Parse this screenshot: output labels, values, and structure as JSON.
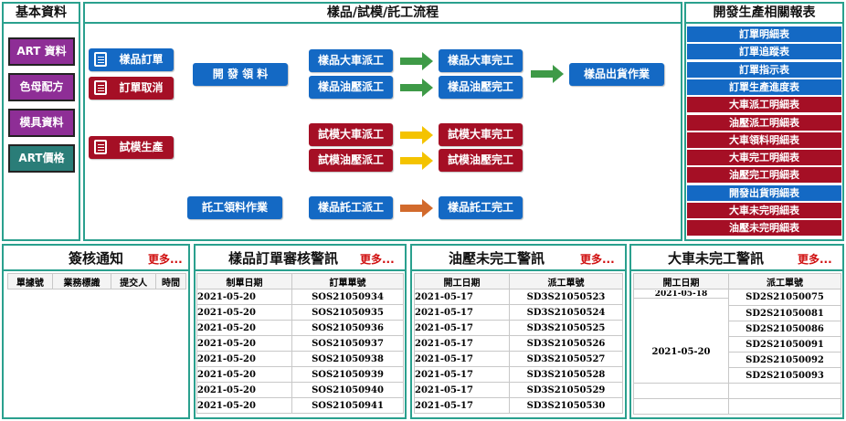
{
  "left_panel": {
    "title": "基本資料",
    "buttons": [
      {
        "label": "ART 資料"
      },
      {
        "label": "色母配方"
      },
      {
        "label": "模具資料"
      },
      {
        "label": "ART價格"
      }
    ]
  },
  "flow_panel": {
    "title": "樣品/試模/託工流程",
    "sample_order": "樣品訂單",
    "cancel_order": "訂單取消",
    "trial_production": "試模生產",
    "dev_material": "開 發 領 料",
    "oem_material": "託工領料作業",
    "sample_car_dispatch": "樣品大車派工",
    "sample_oil_dispatch": "樣品油壓派工",
    "sample_car_done": "樣品大車完工",
    "sample_oil_done": "樣品油壓完工",
    "sample_ship": "樣品出貨作業",
    "trial_car_dispatch": "試模大車派工",
    "trial_oil_dispatch": "試模油壓派工",
    "trial_car_done": "試模大車完工",
    "trial_oil_done": "試模油壓完工",
    "oem_dispatch": "樣品託工派工",
    "oem_done": "樣品託工完工"
  },
  "reports": {
    "title": "開發生產相關報表",
    "items": [
      {
        "label": "訂單明細表",
        "color": "#1469c4"
      },
      {
        "label": "訂單追蹤表",
        "color": "#1469c4"
      },
      {
        "label": "訂單指示表",
        "color": "#1469c4"
      },
      {
        "label": "訂單生產進度表",
        "color": "#1469c4"
      },
      {
        "label": "大車派工明細表",
        "color": "#a50f25"
      },
      {
        "label": "油壓派工明細表",
        "color": "#a50f25"
      },
      {
        "label": "大車領料明細表",
        "color": "#a50f25"
      },
      {
        "label": "大車完工明細表",
        "color": "#a50f25"
      },
      {
        "label": "油壓完工明細表",
        "color": "#a50f25"
      },
      {
        "label": "開發出貨明細表",
        "color": "#1469c4"
      },
      {
        "label": "大車未完明細表",
        "color": "#a50f25"
      },
      {
        "label": "油壓未完明細表",
        "color": "#a50f25"
      }
    ]
  },
  "sign_notice": {
    "title": "簽核通知",
    "more": "更多...",
    "headers": [
      "單據號",
      "業務標識",
      "提交人",
      "時間"
    ]
  },
  "sample_review": {
    "title": "樣品訂單審核警訊",
    "more": "更多...",
    "headers": [
      "制單日期",
      "訂單單號"
    ],
    "rows": [
      [
        "2021-05-20",
        "SOS21050934"
      ],
      [
        "2021-05-20",
        "SOS21050935"
      ],
      [
        "2021-05-20",
        "SOS21050936"
      ],
      [
        "2021-05-20",
        "SOS21050937"
      ],
      [
        "2021-05-20",
        "SOS21050938"
      ],
      [
        "2021-05-20",
        "SOS21050939"
      ],
      [
        "2021-05-20",
        "SOS21050940"
      ],
      [
        "2021-05-20",
        "SOS21050941"
      ]
    ]
  },
  "oil_unfinished": {
    "title": "油壓未完工警訊",
    "more": "更多...",
    "headers": [
      "開工日期",
      "派工單號"
    ],
    "rows": [
      [
        "2021-05-17",
        "SD3S21050523"
      ],
      [
        "2021-05-17",
        "SD3S21050524"
      ],
      [
        "2021-05-17",
        "SD3S21050525"
      ],
      [
        "2021-05-17",
        "SD3S21050526"
      ],
      [
        "2021-05-17",
        "SD3S21050527"
      ],
      [
        "2021-05-17",
        "SD3S21050528"
      ],
      [
        "2021-05-17",
        "SD3S21050529"
      ],
      [
        "2021-05-17",
        "SD3S21050530"
      ]
    ]
  },
  "car_unfinished": {
    "title": "大車未完工警訊",
    "more": "更多...",
    "headers": [
      "開工日期",
      "派工單號"
    ],
    "first_date_partial": "2021-05-18",
    "merged_date": "2021-05-20",
    "orders": [
      "SD2S21050075",
      "SD2S21050081",
      "SD2S21050086",
      "SD2S21050091",
      "SD2S21050092",
      "SD2S21050093"
    ]
  }
}
